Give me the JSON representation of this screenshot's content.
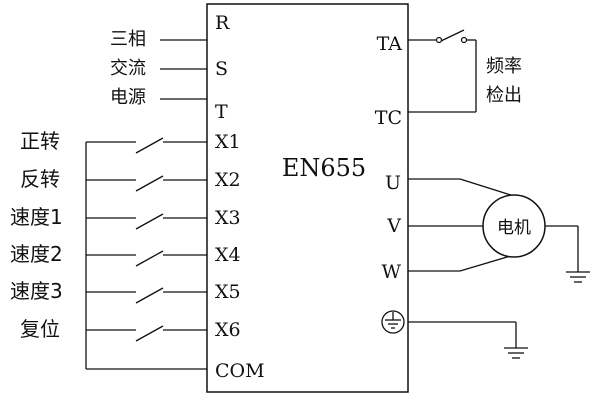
{
  "device": {
    "model": "EN655"
  },
  "power": {
    "labels": [
      "三相",
      "交流",
      "电源"
    ],
    "terminals": [
      "R",
      "S",
      "T"
    ]
  },
  "fault_relay": {
    "terminals": [
      "TA",
      "TC"
    ],
    "label_lines": [
      "频率",
      "检出"
    ]
  },
  "inputs": [
    {
      "label": "正转",
      "terminal": "X1"
    },
    {
      "label": "反转",
      "terminal": "X2"
    },
    {
      "label": "速度1",
      "terminal": "X3"
    },
    {
      "label": "速度2",
      "terminal": "X4"
    },
    {
      "label": "速度3",
      "terminal": "X5"
    },
    {
      "label": "复位",
      "terminal": "X6"
    }
  ],
  "common": {
    "terminal": "COM"
  },
  "motor": {
    "label": "电机",
    "terminals": [
      "U",
      "V",
      "W"
    ]
  },
  "ground": {
    "symbol": "ground-icon"
  }
}
